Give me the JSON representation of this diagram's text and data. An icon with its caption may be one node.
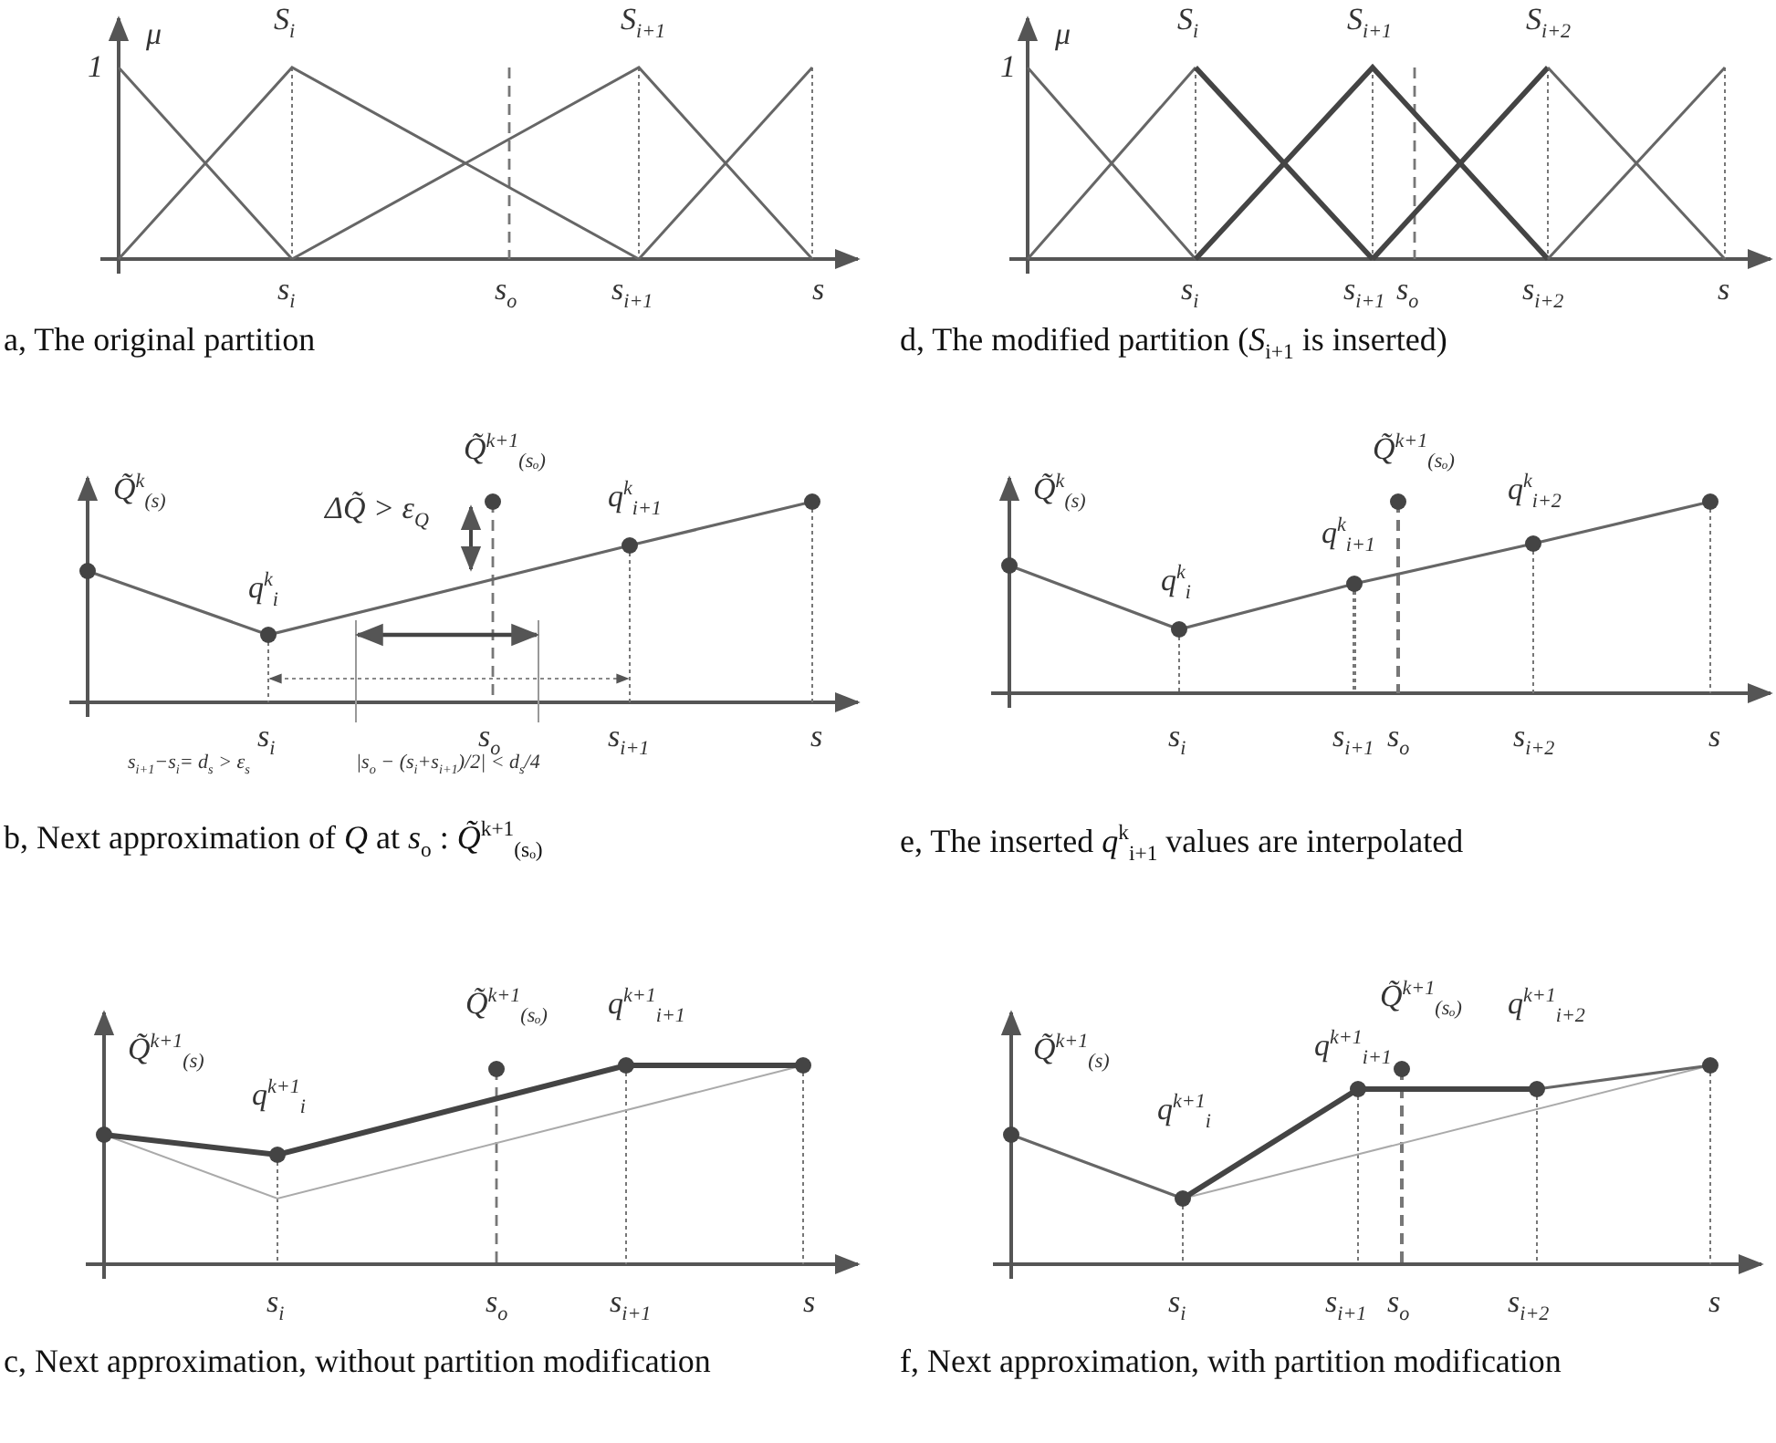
{
  "diagram": {
    "labels": [
      "μ",
      "1",
      "S$_{i}$",
      "S$_{i+1}$",
      "s$_{i}$",
      "s$_{o}$",
      "s$_{i+1}$",
      "s",
      "a, The original partition",
      "μ",
      "1",
      "S$_{i}$",
      "S$_{i+1}$",
      "S$_{i+2}$",
      "s$_{i}$",
      "s$_{i+1}$",
      "s$_{o}$",
      "s$_{i+2}$",
      "s",
      "d, The modified partition (*S*$_{i+1}$ is inserted)",
      "Q̃$^{k}$$_{(s)}$",
      "Q̃$^{k+1}$$_{(sₒ)}$",
      "ΔQ̃ > ε$_{Q}$",
      "q$^{k}$$_{i}$",
      "q$^{k}$$_{i+1}$",
      "s$_{i}$",
      "s$_{o}$",
      "s$_{i+1}$",
      "s",
      "s$_{i+1}$−s$_{i}$= d$_{s}$ > ε$_{s}$",
      "|s$_{o}$ − (s$_{i}$+s$_{i+1}$)/2| < d$_{s}$/4",
      "b, Next approximation of *Q* at *s*$_{o}$ : *Q̃*$^{k+1}$$_{(sₒ)}$",
      "Q̃$^{k}$$_{(s)}$",
      "Q̃$^{k+1}$$_{(sₒ)}$",
      "q$^{k}$$_{i}$",
      "q$^{k}$$_{i+1}$",
      "q$^{k}$$_{i+2}$",
      "s$_{i}$",
      "s$_{i+1}$",
      "s$_{o}$",
      "s$_{i+2}$",
      "s",
      "e, The inserted *q*$^{k}$$_{i+1}$ values are interpolated",
      "Q̃$^{k+1}$$_{(s)}$",
      "q$^{k+1}$$_{i}$",
      "Q̃$^{k+1}$$_{(sₒ)}$",
      "q$^{k+1}$$_{i+1}$",
      "s$_{i}$",
      "s$_{o}$",
      "s$_{i+1}$",
      "s",
      "c, Next approximation, without partition modification",
      "Q̃$^{k+1}$$_{(s)}$",
      "q$^{k+1}$$_{i}$",
      "q$^{k+1}$$_{i+1}$",
      "Q̃$^{k+1}$$_{(sₒ)}$",
      "q$^{k+1}$$_{i+2}$",
      "s$_{i}$",
      "s$_{i+1}$",
      "s$_{o}$",
      "s$_{i+2}$",
      "s",
      "f, Next approximation, with partition modification"
    ]
  }
}
